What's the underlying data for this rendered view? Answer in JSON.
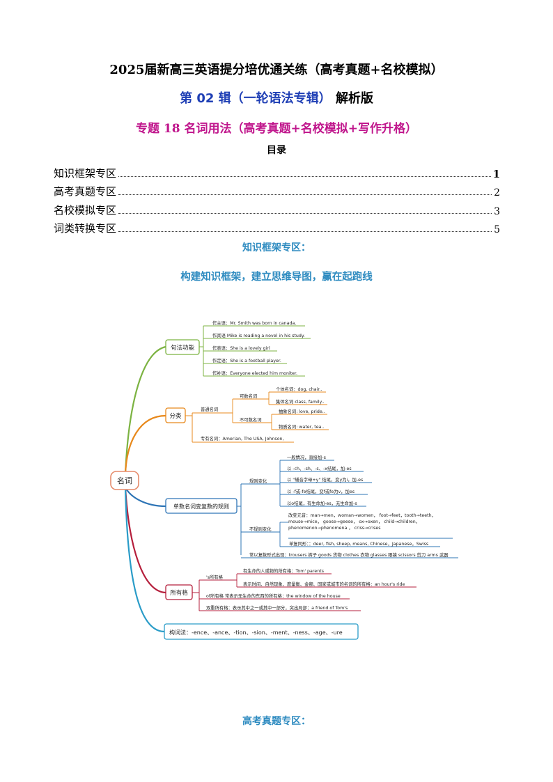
{
  "header": {
    "title1": "2025届新高三英语提分培优通关练（高考真题+名校模拟）",
    "title2_part1": "第 02 辑（一轮语法专辑）",
    "title2_part2": "解析版",
    "title3": "专题 18  名词用法（高考真题+名校模拟+写作升格）",
    "toc_heading": "目录"
  },
  "toc": [
    {
      "label": "知识框架专区",
      "page": "1"
    },
    {
      "label": "高考真题专区",
      "page": "2"
    },
    {
      "label": "名校模拟专区",
      "page": "3"
    },
    {
      "label": "词类转换专区",
      "page": "5"
    }
  ],
  "section1": {
    "heading": "知识框架专区：",
    "subheading": "构建知识框架，建立思维导图，赢在起跑线"
  },
  "mindmap": {
    "root": "名词",
    "branches": {
      "function": {
        "label": "句法功能",
        "items": [
          "作主语：Mr. Smith was born in canada.",
          "作宾语 Mike is reading a novel in his study.",
          "作表语：She is a lovely girl",
          "作定语：She is a football player.",
          "作补语：Everyone elected him moniter."
        ]
      },
      "classification": {
        "label": "分类",
        "common": "普通名词",
        "countable": "可数名词",
        "countable_items": [
          "个体名词：dog, chair..",
          "集体名词 class, family.."
        ],
        "uncountable": "不可数名词",
        "uncountable_items": [
          "抽象名词: love, pride..",
          "物质名词: water, tea.."
        ],
        "proper": "专有名词：Amerian, The USA, Johnson,"
      },
      "plural": {
        "label": "单数名词变复数的规则",
        "regular": "规则变化",
        "regular_items": [
          "一般情况，直接加-s",
          "以 -ch、-sh、-s、-x结尾，加-es",
          "以 \"辅音字母+y\" 结尾，变y为i，加-es",
          "以 -f或-fe结尾，变f或fe为v，加es",
          "以o结尾，有生命加-es，无生命加-s"
        ],
        "irregular": "不规则变化",
        "irregular_vowel": "改变元音：man→men，woman→women， foot→feet，tooth→teeth，mouse→mice， goose→geese， ox→oxen， child→children， phenomenon→phenomena ， criss→crises",
        "irregular_same": "单复同形：：deer, fish, sheep, means, Chinese，Japanese，Swiss",
        "plural_only": "常以复数形式出现：trousers 裤子 goods 货物 clothes 衣物 glasses 眼镜 scissors 剪刀 arms 武器"
      },
      "possessive": {
        "label": "所有格",
        "apos": "'s所有格",
        "apos_items": [
          "有生命的人或物的所有格：Tom' parents",
          "表示时间、自然现象、度量衡、金额、国家或城市的名词的所有格：an hour's ride"
        ],
        "of": "of所有格 常表示无生命的东西的所有格：the window of the house",
        "double": "双重所有格：表示其中之一或其中一部分，突出局部：a friend of Tom's"
      },
      "word_formation": {
        "label": "构词法：-ence、-ance、-tion、-sion、-ment、-ness、-age、-ure"
      }
    },
    "colors": {
      "green": "#7cb342",
      "orange": "#e8891c",
      "blue": "#2e75b6",
      "red": "#b51f3c",
      "cyan": "#2a9cc8",
      "root": "#e58a6a"
    }
  },
  "section2": {
    "heading": "高考真题专区："
  }
}
